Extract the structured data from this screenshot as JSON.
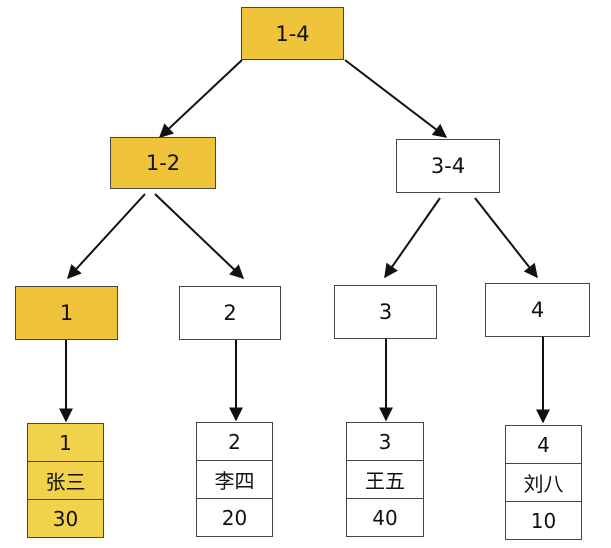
{
  "colors": {
    "highlight": "#f0c43a",
    "highlight_light": "#f2d24a",
    "border": "#444444",
    "arrow": "#111111"
  },
  "tree": {
    "root": {
      "label": "1-4",
      "highlighted": true
    },
    "left_inner": {
      "label": "1-2",
      "highlighted": true
    },
    "right_inner": {
      "label": "3-4",
      "highlighted": false
    },
    "leaves": [
      {
        "label": "1",
        "highlighted": true
      },
      {
        "label": "2",
        "highlighted": false
      },
      {
        "label": "3",
        "highlighted": false
      },
      {
        "label": "4",
        "highlighted": false
      }
    ]
  },
  "records": [
    {
      "id": "1",
      "name": "张三",
      "value": "30",
      "highlighted": true
    },
    {
      "id": "2",
      "name": "李四",
      "value": "20",
      "highlighted": false
    },
    {
      "id": "3",
      "name": "王五",
      "value": "40",
      "highlighted": false
    },
    {
      "id": "4",
      "name": "刘八",
      "value": "10",
      "highlighted": false
    }
  ]
}
